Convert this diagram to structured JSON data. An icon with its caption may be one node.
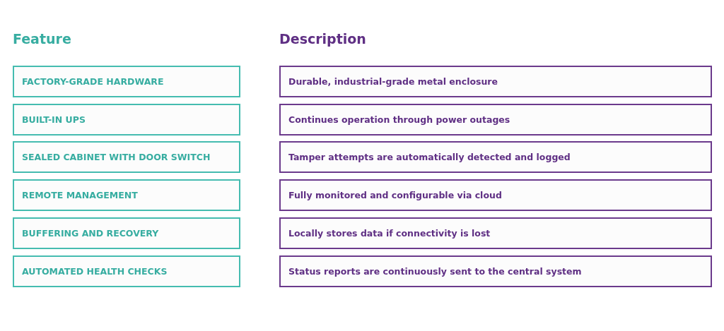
{
  "diagram": {
    "nodes": [
      {
        "text": [
          "FACTORY-GRADE HARDWARE"
        ]
      },
      {
        "text": [
          "Durable, industrial-grade metal enclosure"
        ]
      },
      {
        "text": [
          "BUILT-IN UPS"
        ]
      },
      {
        "text": [
          "Continues operation through power outages"
        ]
      },
      {
        "text": [
          "SEALED CABINET WITH DOOR SWITCH"
        ]
      },
      {
        "text": [
          "Tamper attempts are automatically detected and logged"
        ]
      },
      {
        "text": [
          "REMOTE MANAGEMENT"
        ]
      },
      {
        "text": [
          "Fully monitored and configurable via cloud"
        ]
      },
      {
        "text": [
          "BUFFERING AND RECOVERY"
        ]
      },
      {
        "text": [
          "Locally stores data if connectivity is lost"
        ]
      },
      {
        "text": [
          "AUTOMATED HEALTH CHECKS"
        ]
      },
      {
        "text": [
          "Status reports are continuously sent to the central system"
        ]
      }
    ],
    "labels": [
      "Feature",
      "Description"
    ]
  }
}
